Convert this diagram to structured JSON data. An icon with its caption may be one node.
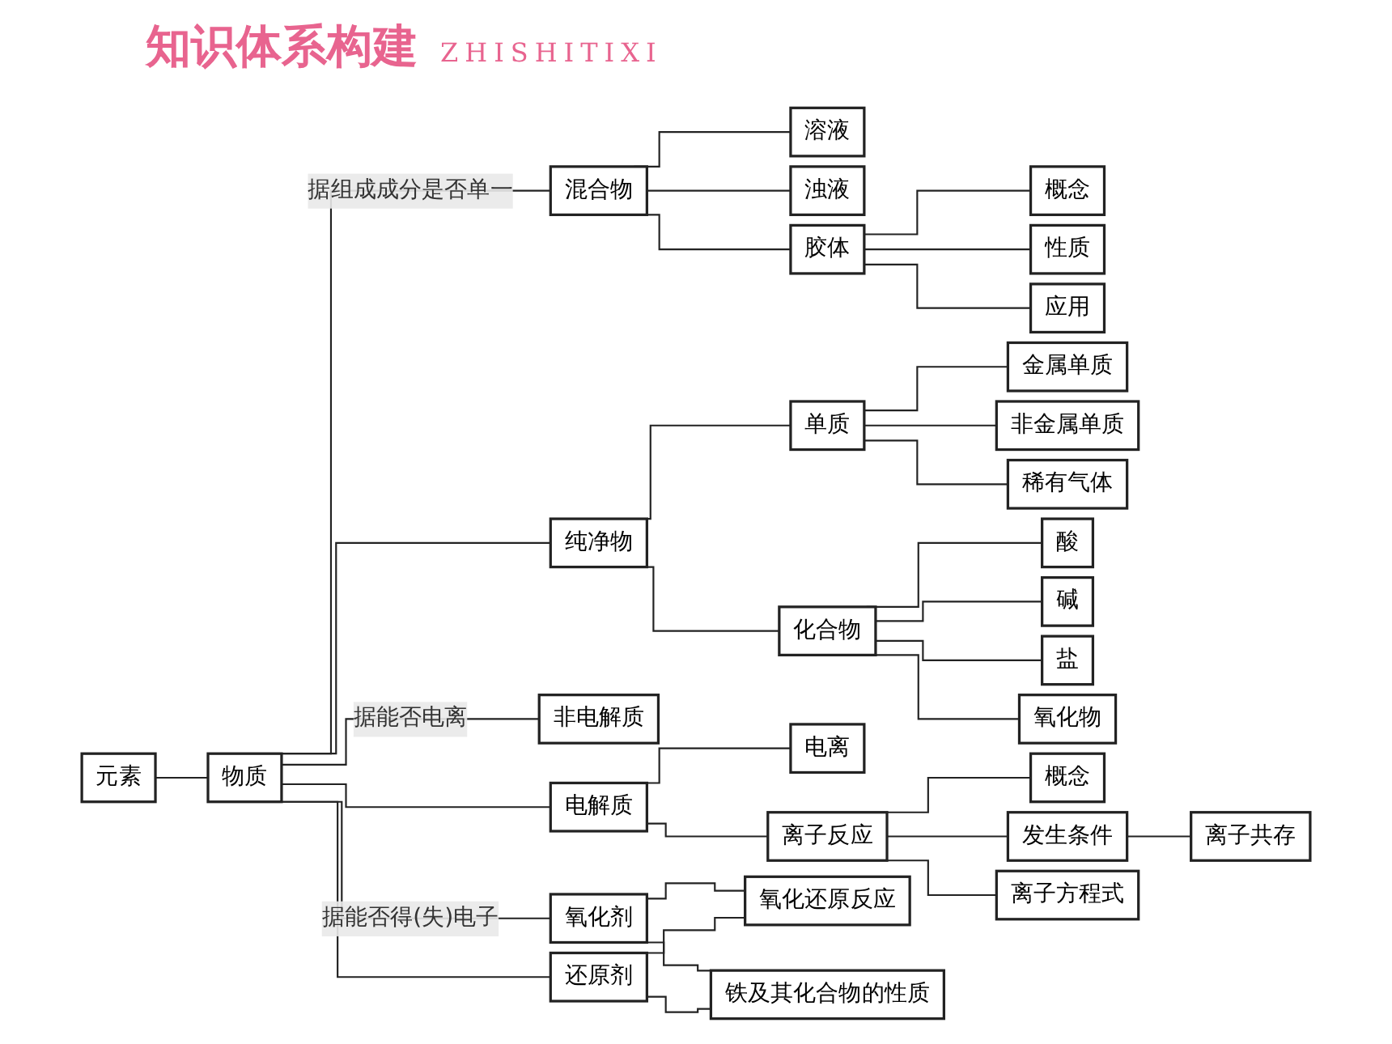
{
  "diagram": {
    "title": "知识体系构建",
    "nodes": [
      {
        "text": [
          "元素"
        ]
      },
      {
        "text": [
          "物质"
        ]
      },
      {
        "text": [
          "混合物"
        ]
      },
      {
        "text": [
          "溶液"
        ]
      },
      {
        "text": [
          "浊液"
        ]
      },
      {
        "text": [
          "胶体"
        ]
      },
      {
        "text": [
          "概念"
        ]
      },
      {
        "text": [
          "性质"
        ]
      },
      {
        "text": [
          "应用"
        ]
      },
      {
        "text": [
          "纯净物"
        ]
      },
      {
        "text": [
          "单质"
        ]
      },
      {
        "text": [
          "金属单质"
        ]
      },
      {
        "text": [
          "非金属单质"
        ]
      },
      {
        "text": [
          "稀有气体"
        ]
      },
      {
        "text": [
          "化合物"
        ]
      },
      {
        "text": [
          "酸"
        ]
      },
      {
        "text": [
          "碱"
        ]
      },
      {
        "text": [
          "盐"
        ]
      },
      {
        "text": [
          "氧化物"
        ]
      },
      {
        "text": [
          "非电解质"
        ]
      },
      {
        "text": [
          "电解质"
        ]
      },
      {
        "text": [
          "电离"
        ]
      },
      {
        "text": [
          "离子反应"
        ]
      },
      {
        "text": [
          "概念"
        ]
      },
      {
        "text": [
          "发生条件"
        ]
      },
      {
        "text": [
          "离子方程式"
        ]
      },
      {
        "text": [
          "离子共存"
        ]
      },
      {
        "text": [
          "氧化剂"
        ]
      },
      {
        "text": [
          "还原剂"
        ]
      },
      {
        "text": [
          "氧化还原反应"
        ]
      },
      {
        "text": [
          "铁及其化合物的性质"
        ]
      }
    ],
    "edges": [
      {
        "from": 0,
        "to": 1,
        "arrow": "none"
      },
      {
        "from": 1,
        "to": 2,
        "arrow": "none",
        "label": "据组成成分是否单一"
      },
      {
        "from": 1,
        "to": 9,
        "arrow": "none"
      },
      {
        "from": 2,
        "to": 3,
        "arrow": "none"
      },
      {
        "from": 2,
        "to": 4,
        "arrow": "none"
      },
      {
        "from": 2,
        "to": 5,
        "arrow": "none"
      },
      {
        "from": 5,
        "to": 6,
        "arrow": "none"
      },
      {
        "from": 5,
        "to": 7,
        "arrow": "none"
      },
      {
        "from": 5,
        "to": 8,
        "arrow": "none"
      },
      {
        "from": 9,
        "to": 10,
        "arrow": "none"
      },
      {
        "from": 9,
        "to": 14,
        "arrow": "none"
      },
      {
        "from": 10,
        "to": 11,
        "arrow": "none"
      },
      {
        "from": 10,
        "to": 12,
        "arrow": "none"
      },
      {
        "from": 10,
        "to": 13,
        "arrow": "none"
      },
      {
        "from": 14,
        "to": 15,
        "arrow": "none"
      },
      {
        "from": 14,
        "to": 16,
        "arrow": "none"
      },
      {
        "from": 14,
        "to": 17,
        "arrow": "none"
      },
      {
        "from": 14,
        "to": 18,
        "arrow": "none"
      },
      {
        "from": 1,
        "to": 19,
        "arrow": "none",
        "label": "据能否电离"
      },
      {
        "from": 1,
        "to": 20,
        "arrow": "none"
      },
      {
        "from": 20,
        "to": 21,
        "arrow": "none"
      },
      {
        "from": 20,
        "to": 22,
        "arrow": "none"
      },
      {
        "from": 22,
        "to": 23,
        "arrow": "none"
      },
      {
        "from": 22,
        "to": 24,
        "arrow": "none"
      },
      {
        "from": 22,
        "to": 25,
        "arrow": "none"
      },
      {
        "from": 24,
        "to": 26,
        "arrow": "none"
      },
      {
        "from": 1,
        "to": 27,
        "arrow": "none",
        "label": "据能否得(失)电子"
      },
      {
        "from": 1,
        "to": 28,
        "arrow": "none"
      },
      {
        "from": 27,
        "to": 29,
        "arrow": "none"
      },
      {
        "from": 27,
        "to": 30,
        "arrow": "none"
      },
      {
        "from": 28,
        "to": 29,
        "arrow": "none"
      },
      {
        "from": 28,
        "to": 30,
        "arrow": "none"
      }
    ],
    "labels": [
      "ZHISHITIXI"
    ]
  }
}
